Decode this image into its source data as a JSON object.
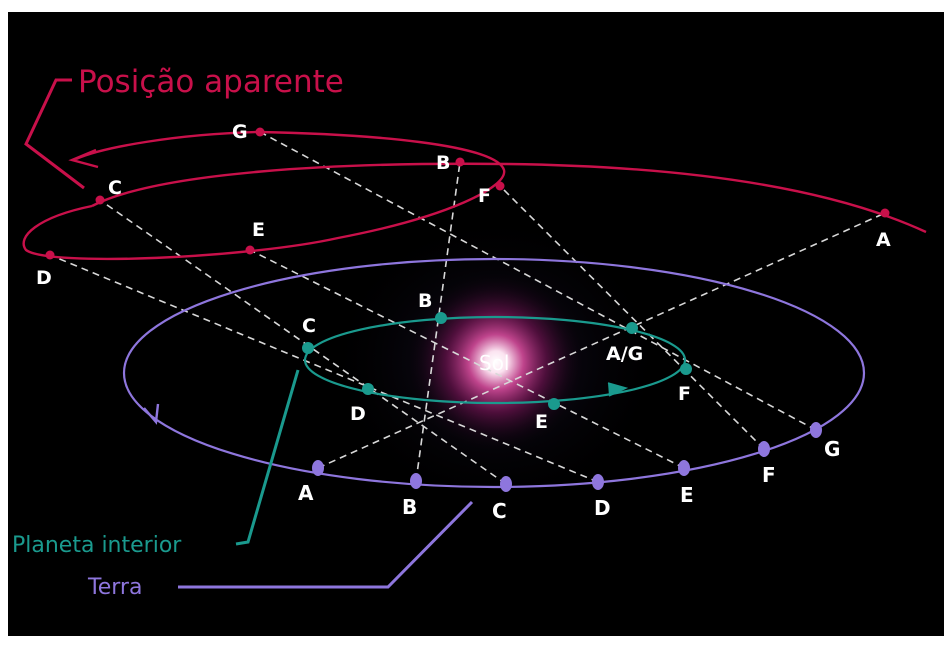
{
  "colors": {
    "background": "#000000",
    "apparent": "#c8104a",
    "interior": "#1a9a8e",
    "earth": "#8e76dd",
    "sight_line": "#d8d8d8",
    "label": "#ffffff"
  },
  "legend": {
    "apparent_position": "Posição aparente",
    "interior_planet": "Planeta interior",
    "earth": "Terra"
  },
  "sun": {
    "label": "Sol"
  },
  "earth_points": [
    {
      "id": "A",
      "label": "A"
    },
    {
      "id": "B",
      "label": "B"
    },
    {
      "id": "C",
      "label": "C"
    },
    {
      "id": "D",
      "label": "D"
    },
    {
      "id": "E",
      "label": "E"
    },
    {
      "id": "F",
      "label": "F"
    },
    {
      "id": "G",
      "label": "G"
    }
  ],
  "interior_points": [
    {
      "id": "AG",
      "label": "A/G"
    },
    {
      "id": "B",
      "label": "B"
    },
    {
      "id": "C",
      "label": "C"
    },
    {
      "id": "D",
      "label": "D"
    },
    {
      "id": "E",
      "label": "E"
    },
    {
      "id": "F",
      "label": "F"
    }
  ],
  "apparent_points": [
    {
      "id": "A",
      "label": "A"
    },
    {
      "id": "B",
      "label": "B"
    },
    {
      "id": "C",
      "label": "C"
    },
    {
      "id": "D",
      "label": "D"
    },
    {
      "id": "E",
      "label": "E"
    },
    {
      "id": "F",
      "label": "F"
    },
    {
      "id": "G",
      "label": "G"
    }
  ]
}
